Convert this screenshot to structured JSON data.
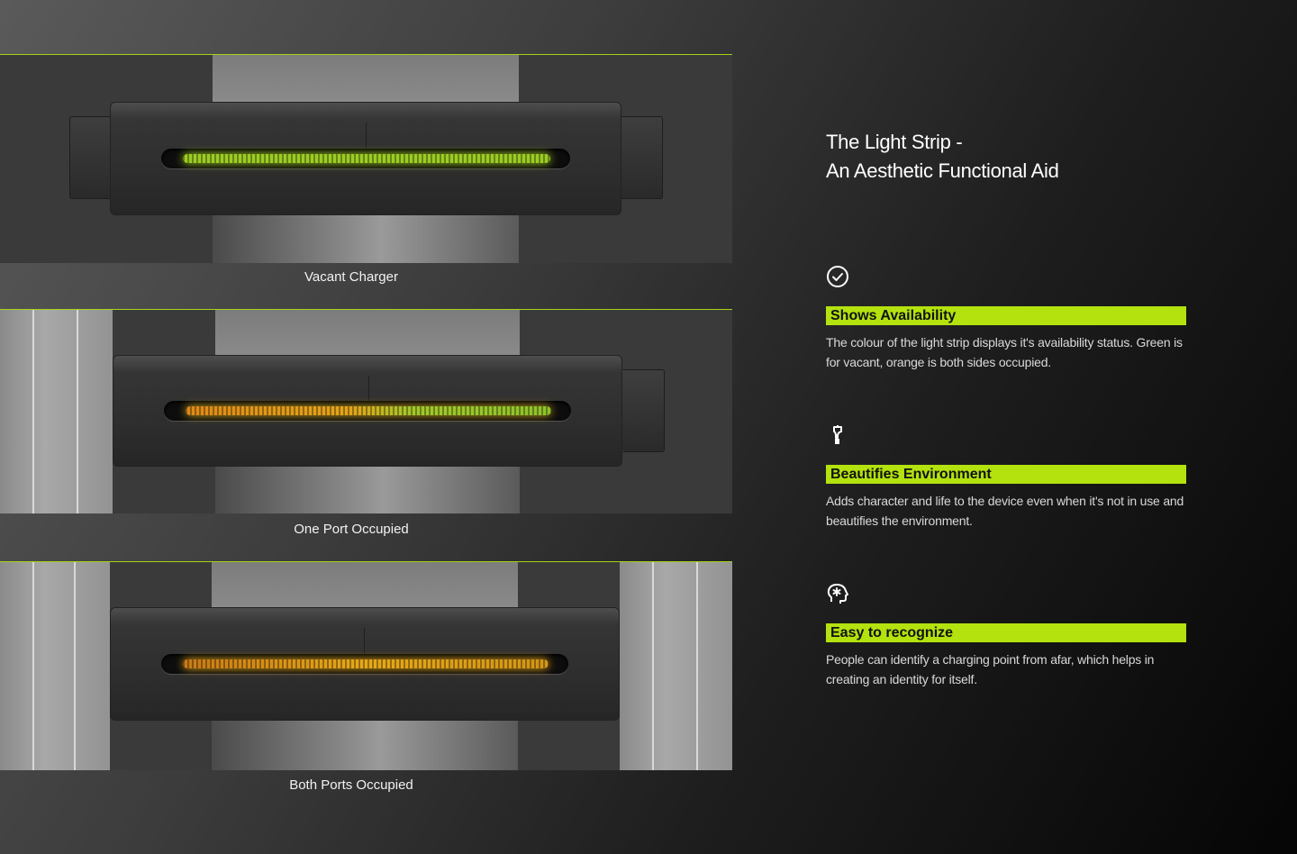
{
  "title_line1": "The Light Strip -",
  "title_line2": "An Aesthetic Functional Aid",
  "panels": [
    {
      "caption": "Vacant Charger",
      "strip": "green"
    },
    {
      "caption": "One Port Occupied",
      "strip": "mixed"
    },
    {
      "caption": "Both Ports Occupied",
      "strip": "orange"
    }
  ],
  "features": [
    {
      "icon": "check-circle-icon",
      "tag": "Shows Availability",
      "desc": "The colour of the light strip displays it's availability status. Green is for vacant, orange is both sides occupied."
    },
    {
      "icon": "light-bulb-icon",
      "tag": "Beautifies Environment",
      "desc": "Adds character and life to the device even when it's not in use and beautifies the environment."
    },
    {
      "icon": "head-idea-icon",
      "tag": "Easy to recognize",
      "desc": "People can identify a charging point from afar, which helps in creating an identity for itself."
    }
  ],
  "colors": {
    "accent": "#b3e20e",
    "strip_green": "#9ccc23",
    "strip_orange": "#e6a81a"
  }
}
